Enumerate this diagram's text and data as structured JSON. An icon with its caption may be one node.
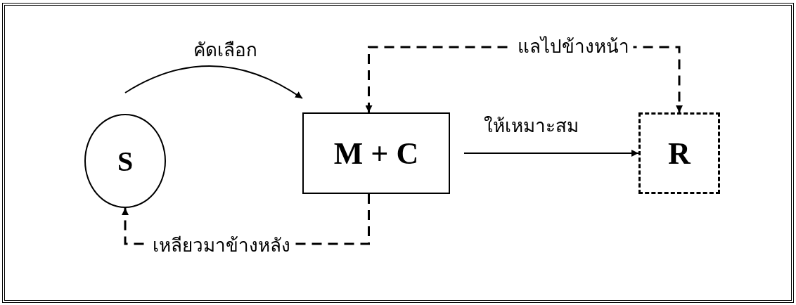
{
  "diagram": {
    "nodes": [
      {
        "text": [
          "S"
        ]
      },
      {
        "text": [
          "M + C"
        ]
      },
      {
        "text": [
          "R"
        ]
      }
    ],
    "edges": [
      {
        "from": 0,
        "to": 1,
        "arrow": "to",
        "label": "คัดเลือก"
      },
      {
        "from": 1,
        "to": 2,
        "arrow": "to",
        "label": "ให้เหมาะสม"
      },
      {
        "from": 1,
        "to": 2,
        "arrow": "both",
        "label": "แลไปข้างหน้า",
        "style": "dashed"
      },
      {
        "from": 1,
        "to": 0,
        "arrow": "to",
        "label": "เหลียวมาข้างหลัง",
        "style": "dashed"
      }
    ]
  }
}
